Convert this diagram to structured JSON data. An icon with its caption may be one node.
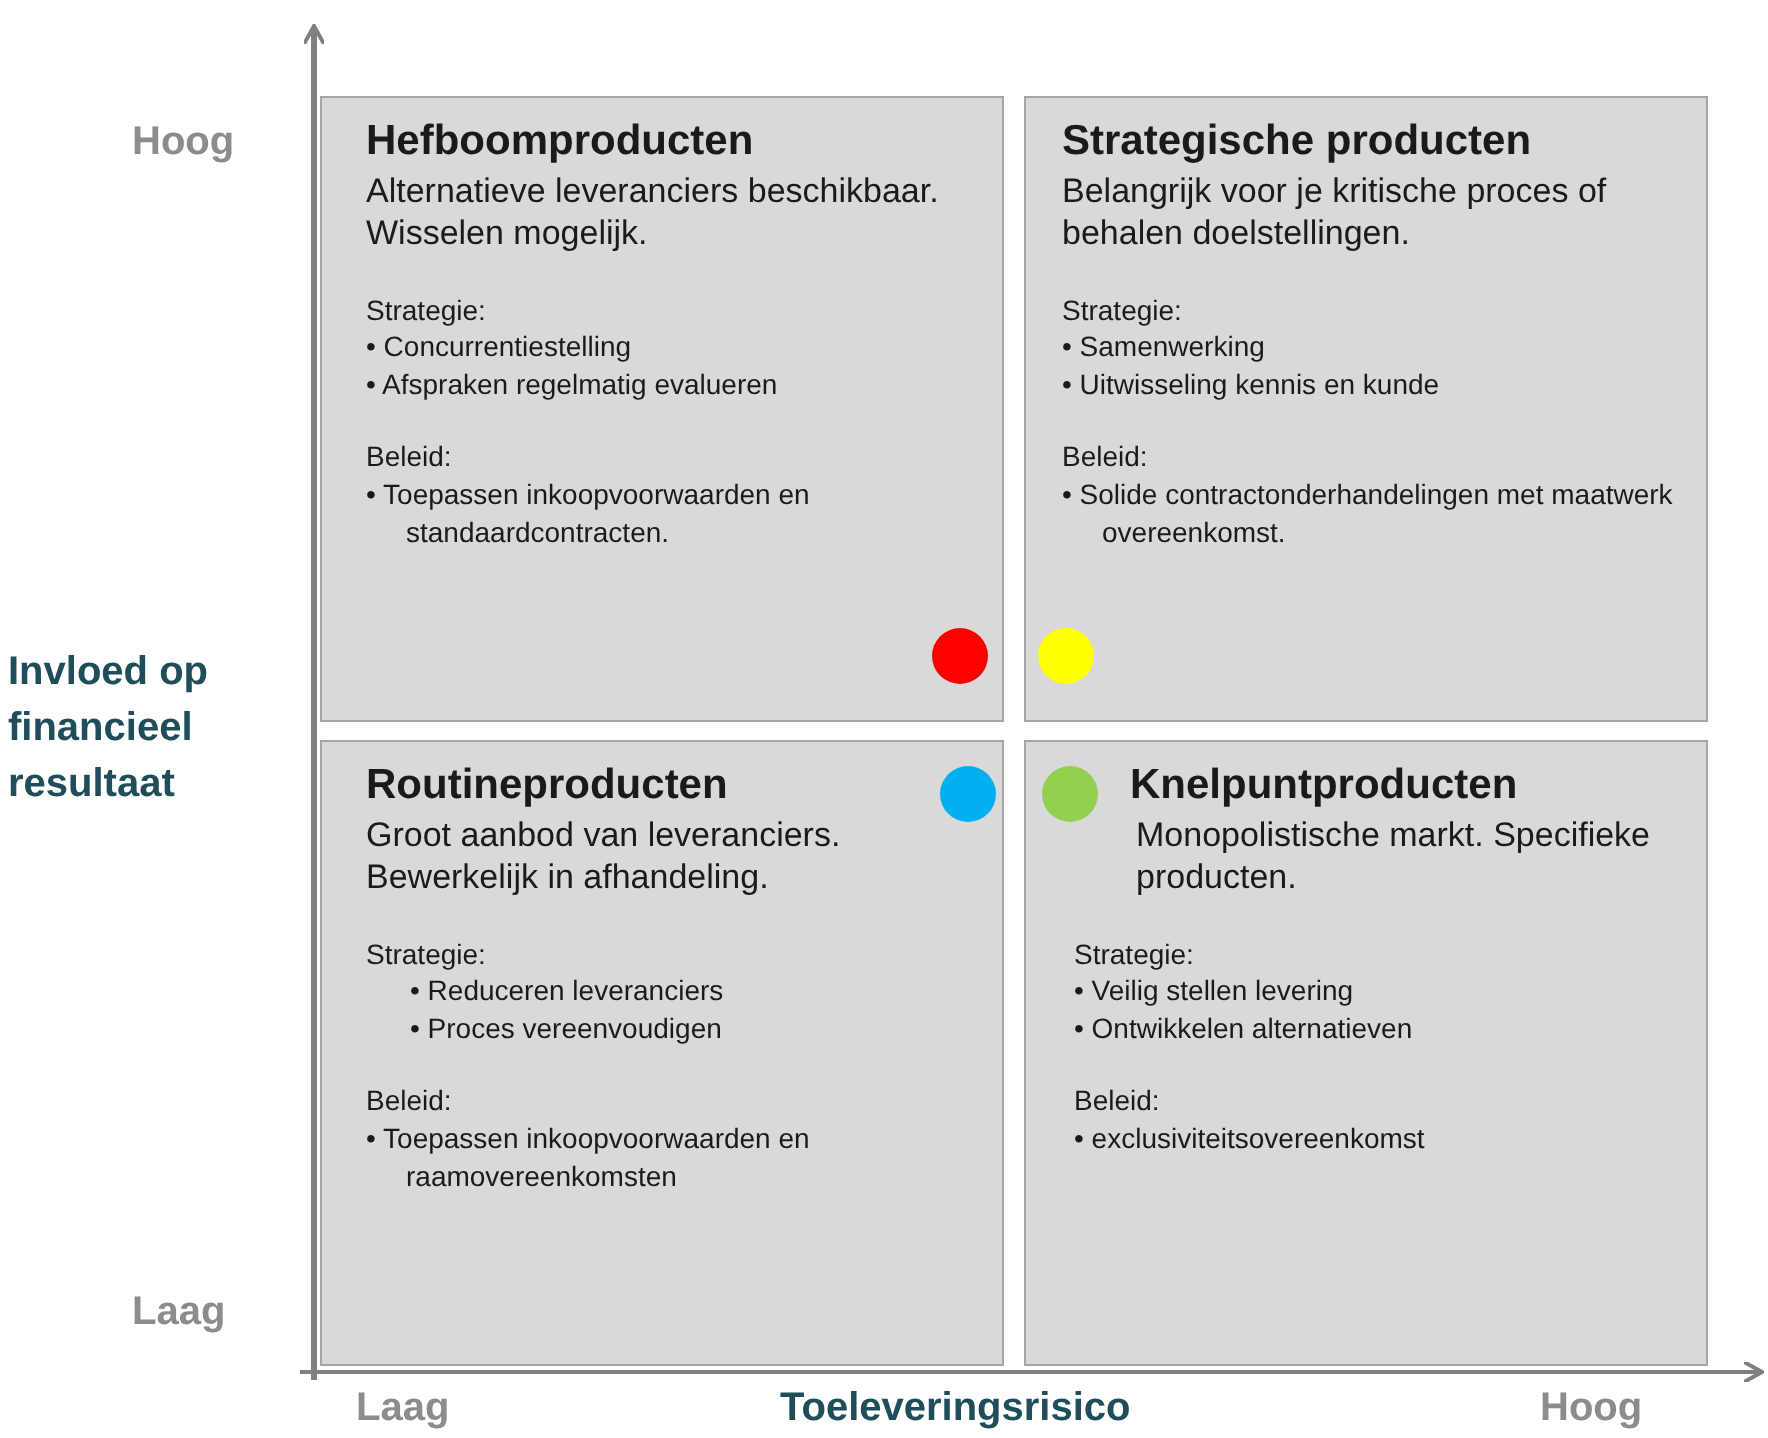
{
  "diagram": {
    "nodes": [
      {
        "text": [
          "Hefboomproducten",
          "Alternatieve leveranciers beschikbaar. Wisselen mogelijk.",
          "Strategie:",
          "• Concurrentiestelling",
          "• Afspraken regelmatig evalueren",
          "Beleid:",
          "• Toepassen inkoopvoorwaarden en standaardcontracten."
        ]
      },
      {
        "text": [
          "Strategische producten",
          "Belangrijk voor je kritische proces of behalen doelstellingen.",
          "Strategie:",
          "• Samenwerking",
          "• Uitwisseling kennis en kunde",
          "Beleid:",
          "• Solide contractonderhandelingen met maatwerk overeenkomst."
        ]
      },
      {
        "text": [
          "Routineproducten",
          "Groot aanbod van leveranciers. Bewerkelijk in afhandeling.",
          "Strategie:",
          "• Reduceren leveranciers",
          "• Proces vereenvoudigen",
          "Beleid:",
          "• Toepassen inkoopvoorwaarden en raamovereenkomsten"
        ]
      },
      {
        "text": [
          "Knelpuntproducten",
          "Monopolistische markt. Specifieke producten.",
          "Strategie:",
          "• Veilig stellen levering",
          "• Ontwikkelen alternatieven",
          "Beleid:",
          "• exclusiviteitsovereenkomst"
        ]
      }
    ],
    "edges": [],
    "labels": [
      "Hoog",
      "Invloed op financieel resultaat",
      "Laag",
      "Laag",
      "Toeleveringsrisico",
      "Hoog"
    ]
  }
}
